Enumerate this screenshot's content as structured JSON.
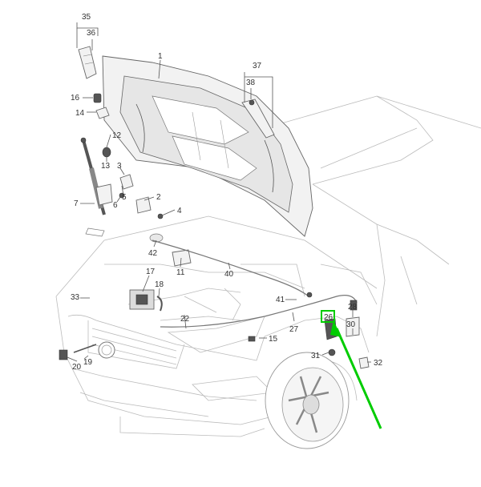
{
  "labels": [
    {
      "id": "l35",
      "text": "35"
    },
    {
      "id": "l36",
      "text": "36"
    },
    {
      "id": "l1",
      "text": "1"
    },
    {
      "id": "l37",
      "text": "37"
    },
    {
      "id": "l38",
      "text": "38"
    },
    {
      "id": "l16",
      "text": "16"
    },
    {
      "id": "l14",
      "text": "14"
    },
    {
      "id": "l12",
      "text": "12"
    },
    {
      "id": "l13",
      "text": "13"
    },
    {
      "id": "l3",
      "text": "3"
    },
    {
      "id": "l7",
      "text": "7"
    },
    {
      "id": "l6",
      "text": "6"
    },
    {
      "id": "l5",
      "text": "5"
    },
    {
      "id": "l2",
      "text": "2"
    },
    {
      "id": "l4",
      "text": "4"
    },
    {
      "id": "l42",
      "text": "42"
    },
    {
      "id": "l11",
      "text": "11"
    },
    {
      "id": "l40",
      "text": "40"
    },
    {
      "id": "l17",
      "text": "17"
    },
    {
      "id": "l18",
      "text": "18"
    },
    {
      "id": "l33",
      "text": "33"
    },
    {
      "id": "l41",
      "text": "41"
    },
    {
      "id": "l28",
      "text": "28"
    },
    {
      "id": "l26",
      "text": "26"
    },
    {
      "id": "l30",
      "text": "30"
    },
    {
      "id": "l22",
      "text": "22"
    },
    {
      "id": "l27",
      "text": "27"
    },
    {
      "id": "l15",
      "text": "15"
    },
    {
      "id": "l31",
      "text": "31"
    },
    {
      "id": "l32",
      "text": "32"
    },
    {
      "id": "l19",
      "text": "19"
    },
    {
      "id": "l20",
      "text": "20"
    }
  ],
  "colors": {
    "highlight": "#00cc00",
    "line": "#555555",
    "body": "#c8c8c8"
  }
}
